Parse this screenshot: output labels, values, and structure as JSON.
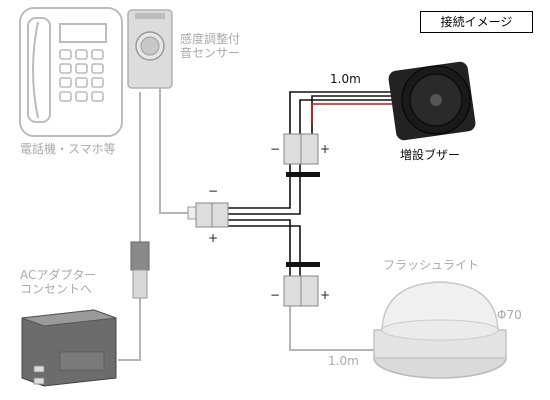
{
  "title": "接続イメージ",
  "devices": {
    "phone_label": "電話機・スマホ等",
    "sensor_label_line1": "感度調整付",
    "sensor_label_line2": "音センサー",
    "ac_label_line1": "ACアダプター",
    "ac_label_line2": "コンセントへ",
    "buzzer_label": "増設ブザー",
    "flash_label": "フラッシュライト",
    "flash_size": "Φ70"
  },
  "wires": {
    "buzzer_length": "1.0m",
    "flash_length": "1.0m"
  },
  "polarity": {
    "minus": "−",
    "plus": "+"
  },
  "colors": {
    "wire_red": "#d01010",
    "wire_black": "#111111",
    "wire_gray": "#b8b8b8",
    "device_outline": "#bbbbbb",
    "connector_fill": "#dddddd"
  }
}
